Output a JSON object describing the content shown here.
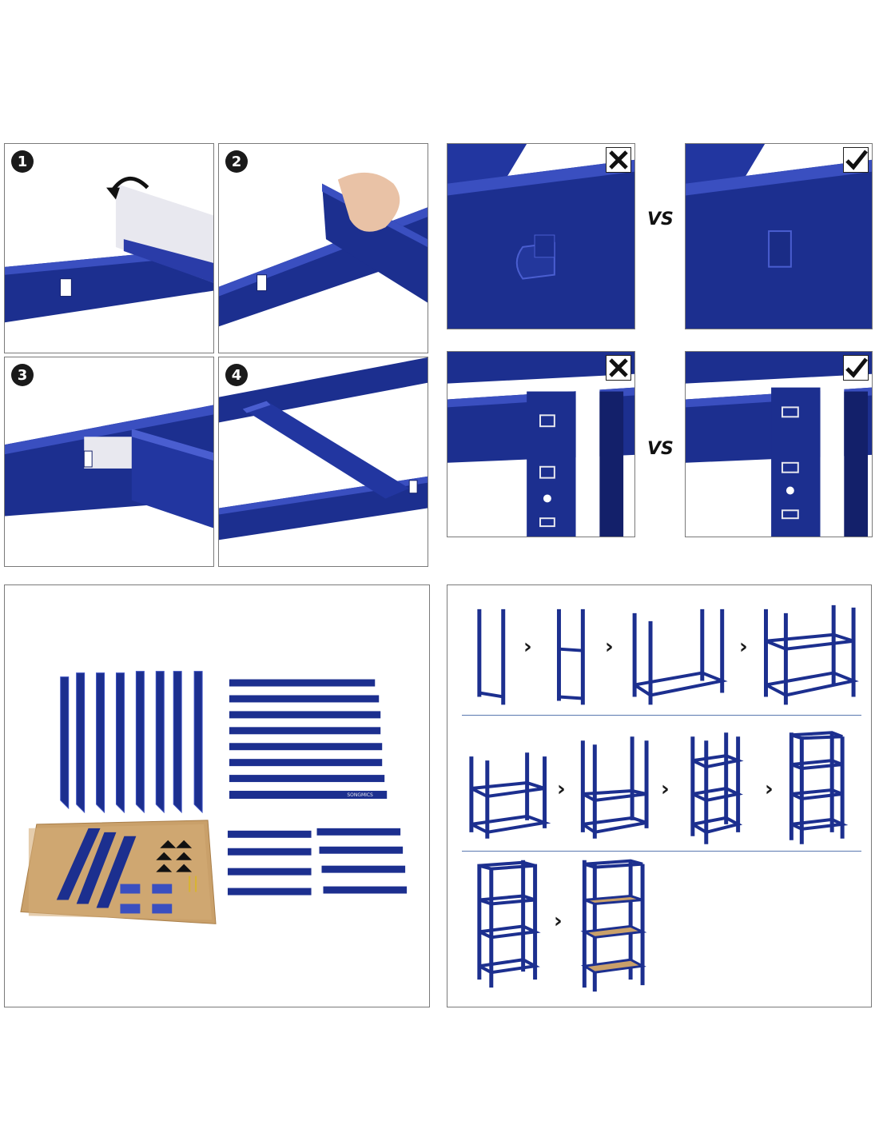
{
  "colors": {
    "steel_blue": "#1c2f8f",
    "steel_dark": "#13206a",
    "steel_light": "#3a4fc0",
    "board": "#c9a06a"
  },
  "assembly_steps": [
    {
      "number": "1",
      "icon": "curved-arrow-icon"
    },
    {
      "number": "2",
      "icon": "hand-icon"
    },
    {
      "number": "3",
      "icon": ""
    },
    {
      "number": "4",
      "icon": ""
    }
  ],
  "comparisons": [
    {
      "separator": "VS",
      "wrong_icon": "x-mark-icon",
      "right_icon": "checkmark-icon"
    },
    {
      "separator": "VS",
      "wrong_icon": "x-mark-icon",
      "right_icon": "checkmark-icon"
    }
  ],
  "parts_panel": {
    "brand_on_beam": "SONGMICS"
  },
  "build_sequence": {
    "arrow_glyph": "›",
    "stages": 10
  }
}
